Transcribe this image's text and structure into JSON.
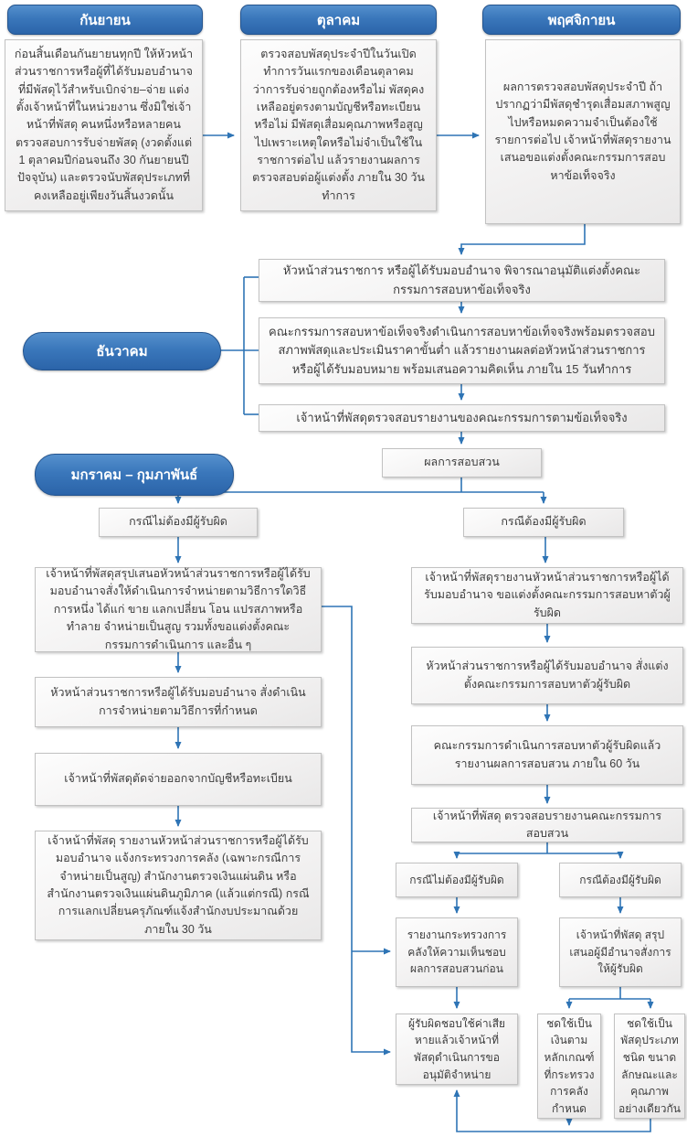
{
  "timeline": {
    "september": {
      "label": "กันยายน",
      "body": "ก่อนสิ้นเดือนกันยายนทุกปี ให้หัวหน้าส่วนราชการหรือผู้ที่ได้รับมอบอำนาจที่มีพัสดุไว้สำหรับเบิกจ่าย–จ่าย แต่งตั้งเจ้าหน้าที่ในหน่วยงาน ซึ่งมิใช่เจ้าหน้าที่พัสดุ คนหนึ่งหรือหลายคนตรวจสอบการรับจ่ายพัสดุ (งวดตั้งแต่ 1 ตุลาคมปีก่อนจนถึง 30 กันยายนปีปัจจุบัน) และตรวจนับพัสดุประเภทที่คงเหลืออยู่เพียงวันสิ้นงวดนั้น"
    },
    "october": {
      "label": "ตุลาคม",
      "body": "ตรวจสอบพัสดุประจำปีในวันเปิดทำการวันแรกของเดือนตุลาคมว่าการรับจ่ายถูกต้องหรือไม่ พัสดุคงเหลืออยู่ตรงตามบัญชีหรือทะเบียนหรือไม่ มีพัสดุเสื่อมคุณภาพหรือสูญไปเพราะเหตุใดหรือไม่จำเป็นใช้ในราชการต่อไป แล้วรายงานผลการตรวจสอบต่อผู้แต่งตั้ง ภายใน 30 วันทำการ"
    },
    "november": {
      "label": "พฤศจิกายน",
      "body": "ผลการตรวจสอบพัสดุประจำปี ถ้าปรากฏว่ามีพัสดุชำรุดเสื่อมสภาพสูญไปหรือหมดความจำเป็นต้องใช้รายการต่อไป เจ้าหน้าที่พัสดุรายงานเสนอขอแต่งตั้งคณะกรรมการสอบหาข้อเท็จจริง"
    },
    "december": {
      "label": "ธันวาคม"
    },
    "jan_feb": {
      "label": "มกราคม – กุมภาพันธ์"
    }
  },
  "center": {
    "approve": "หัวหน้าส่วนราชการ หรือผู้ได้รับมอบอำนาจ พิจารณาอนุมัติแต่งตั้งคณะกรรมการสอบหาข้อเท็จจริง",
    "committee": "คณะกรรมการสอบหาข้อเท็จจริงดำเนินการสอบหาข้อเท็จจริงพร้อมตรวจสอบสภาพพัสดุและประเมินราคาขั้นต่ำ แล้วรายงานผลต่อหัวหน้าส่วนราชการ หรือผู้ได้รับมอบหมาย พร้อมเสนอความคิดเห็น ภายใน 15 วันทำการ",
    "officer_check": "เจ้าหน้าที่พัสดุตรวจสอบรายงานของคณะกรรมการตามข้อเท็จจริง",
    "result": "ผลการสอบสวน",
    "case_no_liability": "กรณีไม่ต้องมีผู้รับผิด",
    "case_liability": "กรณีต้องมีผู้รับผิด"
  },
  "left_flow": {
    "steps": [
      "เจ้าหน้าที่พัสดุสรุปเสนอหัวหน้าส่วนราชการหรือผู้ได้รับมอบอำนาจสั่งให้ดำเนินการจำหน่ายตามวิธีการใดวิธีการหนึ่ง ได้แก่ ขาย แลกเปลี่ยน โอน แปรสภาพหรือทำลาย จำหน่ายเป็นสูญ รวมทั้งขอแต่งตั้งคณะกรรมการดำเนินการ และอื่น ๆ",
      "หัวหน้าส่วนราชการหรือผู้ได้รับมอบอำนาจ สั่งดำเนินการจำหน่ายตามวิธีการที่กำหนด",
      "เจ้าหน้าที่พัสดุตัดจ่ายออกจากบัญชีหรือทะเบียน",
      "เจ้าหน้าที่พัสดุ รายงานหัวหน้าส่วนราชการหรือผู้ได้รับมอบอำนาจ แจ้งกระทรวงการคลัง (เฉพาะกรณีการจำหน่ายเป็นสูญ) สำนักงานตรวจเงินแผ่นดิน หรือสำนักงานตรวจเงินแผ่นดินภูมิภาค (แล้วแต่กรณี) กรณีการแลกเปลี่ยนครุภัณฑ์แจ้งสำนักงบประมาณด้วย ภายใน 30 วัน"
    ]
  },
  "right_flow": {
    "steps": [
      "เจ้าหน้าที่พัสดุรายงานหัวหน้าส่วนราชการหรือผู้ได้รับมอบอำนาจ ขอแต่งตั้งคณะกรรมการสอบหาตัวผู้รับผิด",
      "หัวหน้าส่วนราชการหรือผู้ได้รับมอบอำนาจ สั่งแต่งตั้งคณะกรรมการสอบหาตัวผู้รับผิด",
      "คณะกรรมการดำเนินการสอบหาตัวผู้รับผิดแล้วรายงานผลการสอบสวน ภายใน 60 วัน",
      "เจ้าหน้าที่พัสดุ ตรวจสอบรายงานคณะกรรมการสอบสวน"
    ],
    "sub_case_no_liability": "กรณีไม่ต้องมีผู้รับผิด",
    "sub_case_liability": "กรณีต้องมีผู้รับผิด",
    "report_mof": "รายงานกระทรวงการคลังให้ความเห็นชอบผลการสอบสวนก่อน",
    "summary_order": "เจ้าหน้าที่พัสดุ สรุปเสนอผู้มีอำนาจสั่งการให้ผู้รับผิด",
    "compensate_then_dispose": "ผู้รับผิดชอบใช้ค่าเสียหายแล้วเจ้าหน้าที่พัสดุดำเนินการขออนุมัติจำหน่าย",
    "compensate_money": "ชดใช้เป็นเงินตามหลักเกณฑ์ที่กระทรวงการคลังกำหนด",
    "compensate_goods": "ชดใช้เป็นพัสดุประเภท ชนิด ขนาด ลักษณะและคุณภาพอย่างเดียวกัน"
  },
  "colors": {
    "accent_line": "#2e74b5",
    "header_blue": "#2b64a9",
    "box_border": "#c2c2c2",
    "box_text": "#3d3d3d"
  }
}
